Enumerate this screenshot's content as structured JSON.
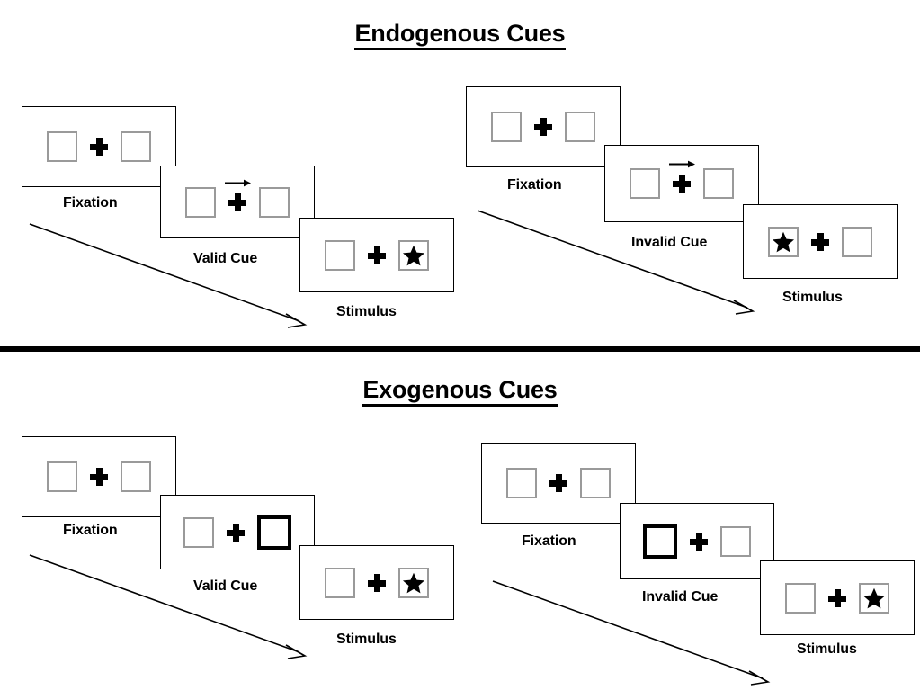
{
  "sections": [
    {
      "id": "endogenous",
      "title": "Endogenous Cues",
      "sequences": [
        {
          "id": "endogenous-valid",
          "frames": [
            {
              "caption": "Fixation",
              "cue_arrow": false,
              "left_box": "empty",
              "right_box": "empty"
            },
            {
              "caption": "Valid Cue",
              "cue_arrow": true,
              "left_box": "empty",
              "right_box": "empty"
            },
            {
              "caption": "Stimulus",
              "cue_arrow": false,
              "left_box": "empty",
              "right_box": "star"
            }
          ]
        },
        {
          "id": "endogenous-invalid",
          "frames": [
            {
              "caption": "Fixation",
              "cue_arrow": false,
              "left_box": "empty",
              "right_box": "empty"
            },
            {
              "caption": "Invalid Cue",
              "cue_arrow": true,
              "left_box": "empty",
              "right_box": "empty"
            },
            {
              "caption": "Stimulus",
              "cue_arrow": false,
              "left_box": "star",
              "right_box": "empty"
            }
          ]
        }
      ]
    },
    {
      "id": "exogenous",
      "title": "Exogenous Cues",
      "sequences": [
        {
          "id": "exogenous-valid",
          "frames": [
            {
              "caption": "Fixation",
              "cue_arrow": false,
              "left_box": "empty",
              "right_box": "empty"
            },
            {
              "caption": "Valid Cue",
              "cue_arrow": false,
              "left_box": "empty",
              "right_box": "cued"
            },
            {
              "caption": "Stimulus",
              "cue_arrow": false,
              "left_box": "empty",
              "right_box": "star"
            }
          ]
        },
        {
          "id": "exogenous-invalid",
          "frames": [
            {
              "caption": "Fixation",
              "cue_arrow": false,
              "left_box": "empty",
              "right_box": "empty"
            },
            {
              "caption": "Invalid Cue",
              "cue_arrow": false,
              "left_box": "cued",
              "right_box": "empty"
            },
            {
              "caption": "Stimulus",
              "cue_arrow": false,
              "left_box": "empty",
              "right_box": "star"
            }
          ]
        }
      ]
    }
  ],
  "icons": {
    "fixation_cross": "plus-icon",
    "target": "star-icon",
    "cue_direction": "arrow-right-icon",
    "flow": "time-flow-arrow-icon"
  },
  "colors": {
    "ink": "#000000",
    "box_outline": "#9a9a9a",
    "cued_box_outline": "#000000",
    "background": "#ffffff"
  }
}
